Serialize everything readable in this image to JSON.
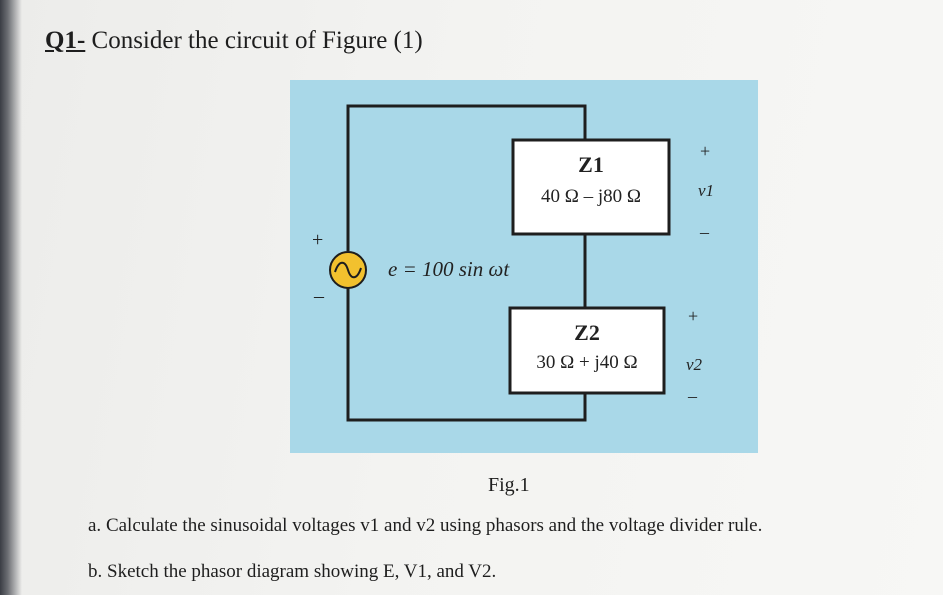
{
  "question": {
    "number": "Q1-",
    "title": "Consider the circuit of Figure (1)"
  },
  "circuit": {
    "source_label": "e = 100 sin ωt",
    "source_plus": "+",
    "source_minus": "–",
    "z1": {
      "name": "Z1",
      "value": "40 Ω – j80 Ω",
      "voltage": "v1",
      "plus": "+",
      "minus": "–"
    },
    "z2": {
      "name": "Z2",
      "value": "30 Ω + j40 Ω",
      "voltage": "v2",
      "plus": "+",
      "minus": "–"
    }
  },
  "figure_caption": "Fig.1",
  "tasks": [
    {
      "id": "a.",
      "text": "Calculate the sinusoidal voltages v1 and v2 using phasors and the voltage divider rule."
    },
    {
      "id": "b.",
      "text": "Sketch the phasor diagram showing E, V1, and V2."
    }
  ],
  "colors": {
    "panel": "#a9d8e8",
    "source_fill": "#f2c12e",
    "wire": "#1e1e1e"
  }
}
